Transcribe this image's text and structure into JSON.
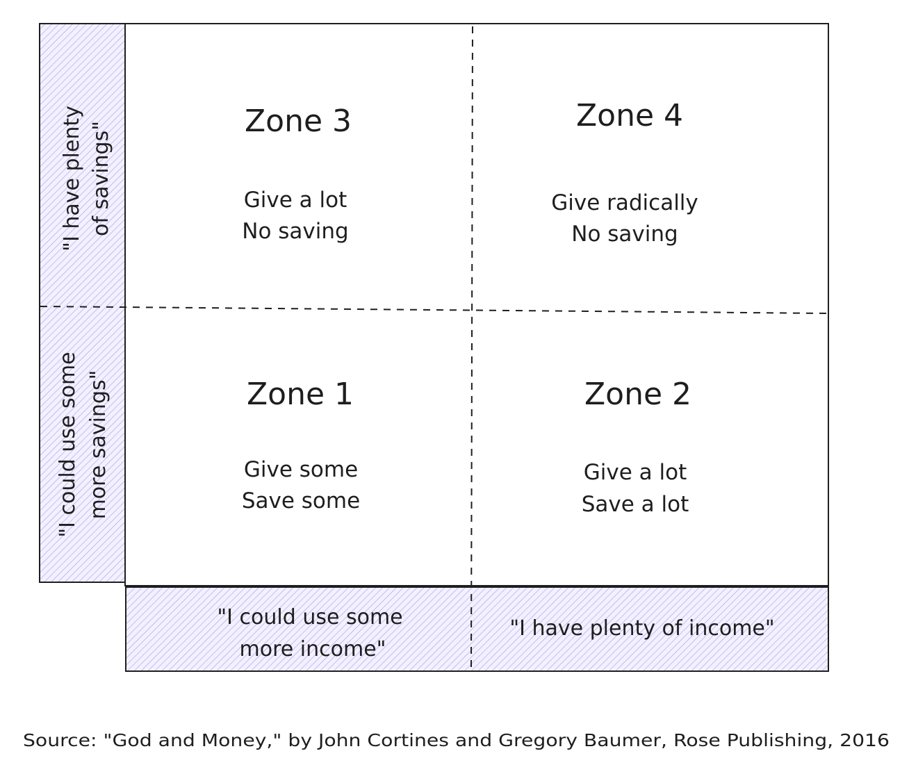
{
  "colors": {
    "stroke": "#1e1e1e",
    "hatch": "#a99be6",
    "hatch_fill": "#f3f0ff",
    "background": "#ffffff"
  },
  "zones": {
    "zone3": {
      "title": "Zone 3",
      "line1": "Give a lot",
      "line2": "No saving"
    },
    "zone4": {
      "title": "Zone 4",
      "line1": "Give radically",
      "line2": "No saving"
    },
    "zone1": {
      "title": "Zone 1",
      "line1": "Give some",
      "line2": "Save some"
    },
    "zone2": {
      "title": "Zone 2",
      "line1": "Give a lot",
      "line2": "Save a lot"
    }
  },
  "y_axis": {
    "top": {
      "line1": "\"I have plenty",
      "line2": "of savings\""
    },
    "bottom": {
      "line1": "\"I could use some",
      "line2": "more savings\""
    }
  },
  "x_axis": {
    "left": {
      "line1": "\"I could use some",
      "line2": "more income\""
    },
    "right": {
      "line1": "\"I have plenty of income\""
    }
  },
  "source": "Source: \"God and Money,\" by John Cortines and Gregory Baumer, Rose Publishing, 2016"
}
